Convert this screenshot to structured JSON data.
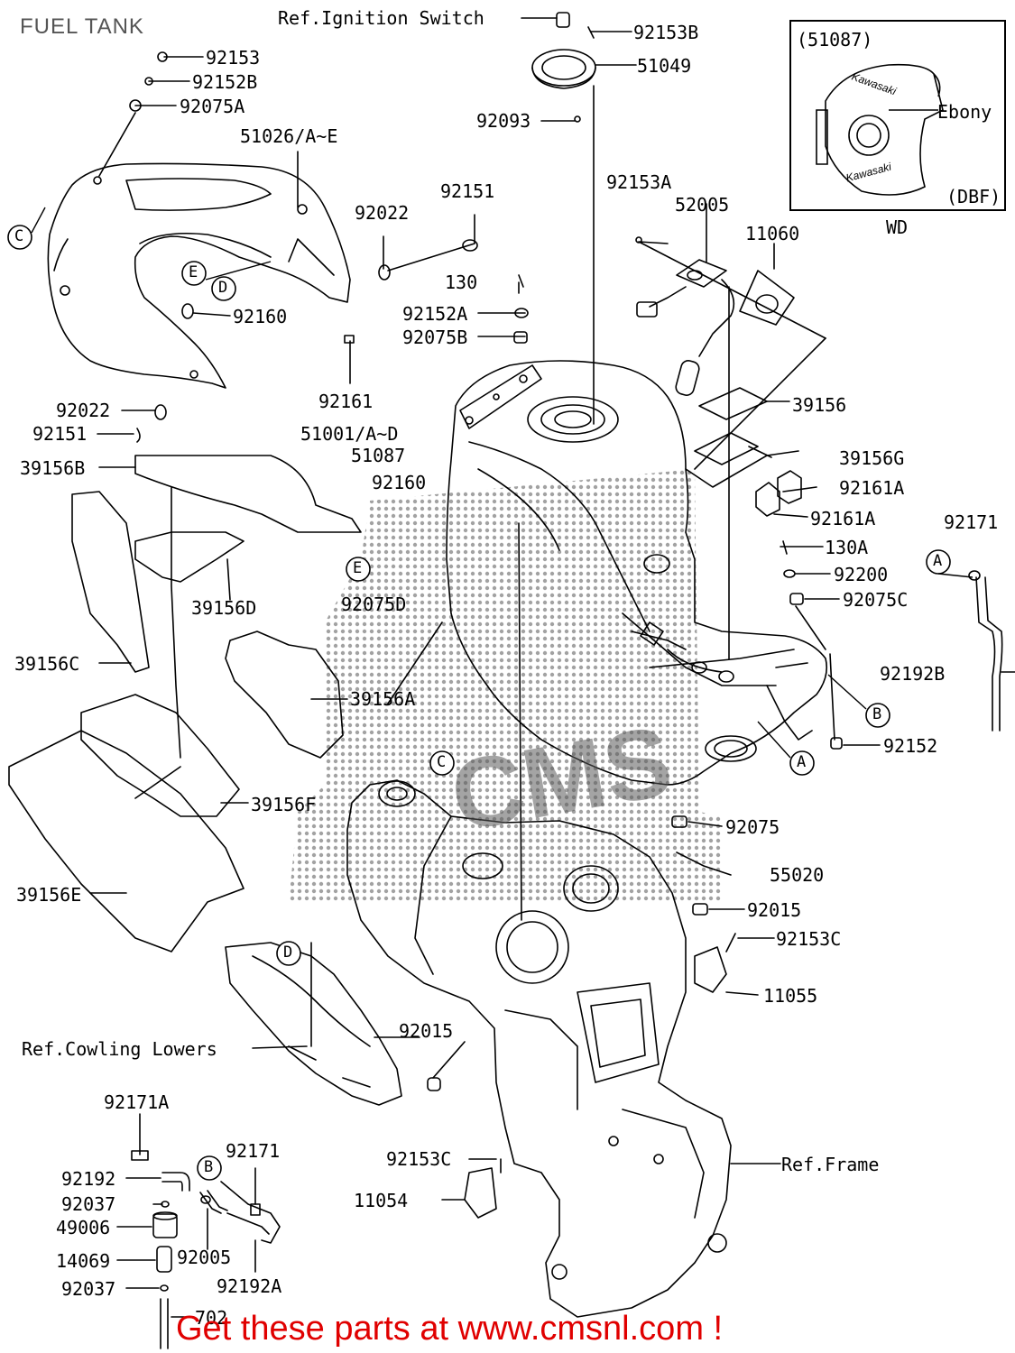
{
  "title": "FUEL TANK",
  "footer": "Get these parts at www.cmsnl.com !",
  "watermark": "CMS",
  "inset": {
    "ref": "(51087)",
    "color": "Ebony",
    "code": "(DBF)",
    "variant": "WD",
    "brand": "Kawasaki"
  },
  "callouts": {
    "c1": "C",
    "c2": "E",
    "c3": "D",
    "c4": "E",
    "c5": "C",
    "c6": "A",
    "c7": "B",
    "c8": "A",
    "c9": "D",
    "c10": "B"
  },
  "labels": {
    "ref_ignition": "Ref.Ignition Switch",
    "l92153": "92153",
    "l92152B": "92152B",
    "l92075A": "92075A",
    "l51026": "51026/A~E",
    "l92153B": "92153B",
    "l51049": "51049",
    "l92093": "92093",
    "l92022a": "92022",
    "l92151a": "92151",
    "l130": "130",
    "l92152A": "92152A",
    "l92075B": "92075B",
    "l92160a": "92160",
    "l92161": "92161",
    "l92022b": "92022",
    "l92151b": "92151",
    "l51001": "51001/A~D",
    "l51087": "51087",
    "l39156B": "39156B",
    "l92160b": "92160",
    "l39156D": "39156D",
    "l92075D": "92075D",
    "l39156C": "39156C",
    "l39156A": "39156A",
    "l39156F": "39156F",
    "l39156E": "39156E",
    "l92153A": "92153A",
    "l52005": "52005",
    "l11060": "11060",
    "l39156": "39156",
    "l39156G": "39156G",
    "l92161Aa": "92161A",
    "l92161Ab": "92161A",
    "l92171a": "92171",
    "l130A": "130A",
    "l92200": "92200",
    "l92075C": "92075C",
    "l92192B": "92192B",
    "l92152": "92152",
    "l92075": "92075",
    "l55020": "55020",
    "l92015a": "92015",
    "l92153Ca": "92153C",
    "l11055": "11055",
    "l92015b": "92015",
    "ref_cowling": "Ref.Cowling Lowers",
    "ref_frame": "Ref.Frame",
    "l92153Cb": "92153C",
    "l11054": "11054",
    "l92171A": "92171A",
    "l92192": "92192",
    "l92171b": "92171",
    "l92037a": "92037",
    "l49006": "49006",
    "l14069": "14069",
    "l92005": "92005",
    "l92037b": "92037",
    "l92192A": "92192A",
    "l702": "702"
  },
  "colors": {
    "line": "#000000",
    "title": "#555555",
    "footer": "#e00000",
    "watermark": "#5a5a5a"
  }
}
